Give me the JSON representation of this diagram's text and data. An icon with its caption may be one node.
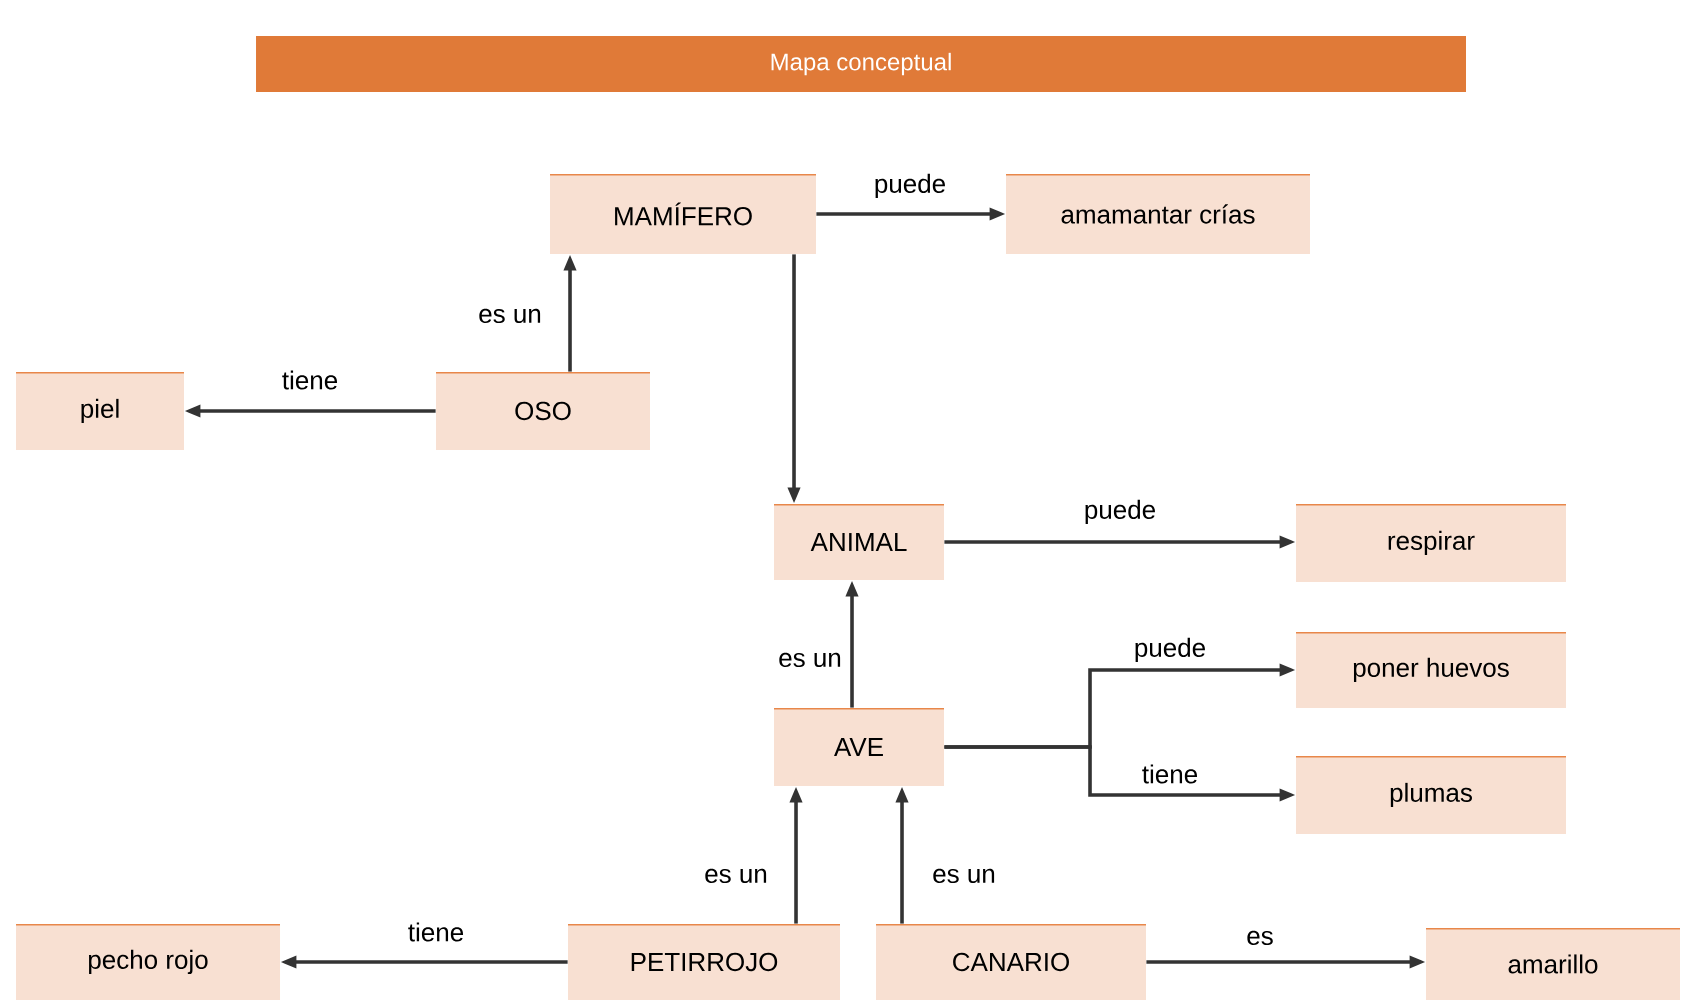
{
  "diagram": {
    "title": "Mapa conceptual",
    "nodes": [
      {
        "text": [
          "MAMÍFERO"
        ]
      },
      {
        "text": [
          "amamantar crías"
        ]
      },
      {
        "text": [
          "piel"
        ]
      },
      {
        "text": [
          "OSO"
        ]
      },
      {
        "text": [
          "ANIMAL"
        ]
      },
      {
        "text": [
          "respirar"
        ]
      },
      {
        "text": [
          "poner huevos"
        ]
      },
      {
        "text": [
          "AVE"
        ]
      },
      {
        "text": [
          "plumas"
        ]
      },
      {
        "text": [
          "pecho rojo"
        ]
      },
      {
        "text": [
          "PETIRROJO"
        ]
      },
      {
        "text": [
          "CANARIO"
        ]
      },
      {
        "text": [
          "amarillo"
        ]
      }
    ],
    "edges": [
      {
        "from": 0,
        "to": 1,
        "arrow": "to",
        "label": "puede"
      },
      {
        "from": 3,
        "to": 0,
        "arrow": "to",
        "label": "es un"
      },
      {
        "from": 3,
        "to": 2,
        "arrow": "to",
        "label": "tiene"
      },
      {
        "from": 0,
        "to": 4,
        "arrow": "to"
      },
      {
        "from": 4,
        "to": 5,
        "arrow": "to",
        "label": "puede"
      },
      {
        "from": 7,
        "to": 4,
        "arrow": "to",
        "label": "es un"
      },
      {
        "from": 7,
        "to": 6,
        "arrow": "to",
        "label": "puede"
      },
      {
        "from": 7,
        "to": 8,
        "arrow": "to",
        "label": "tiene"
      },
      {
        "from": 10,
        "to": 7,
        "arrow": "to",
        "label": "es un"
      },
      {
        "from": 11,
        "to": 7,
        "arrow": "to",
        "label": "es un"
      },
      {
        "from": 10,
        "to": 9,
        "arrow": "to",
        "label": "tiene"
      },
      {
        "from": 11,
        "to": 12,
        "arrow": "to",
        "label": "es"
      }
    ]
  }
}
